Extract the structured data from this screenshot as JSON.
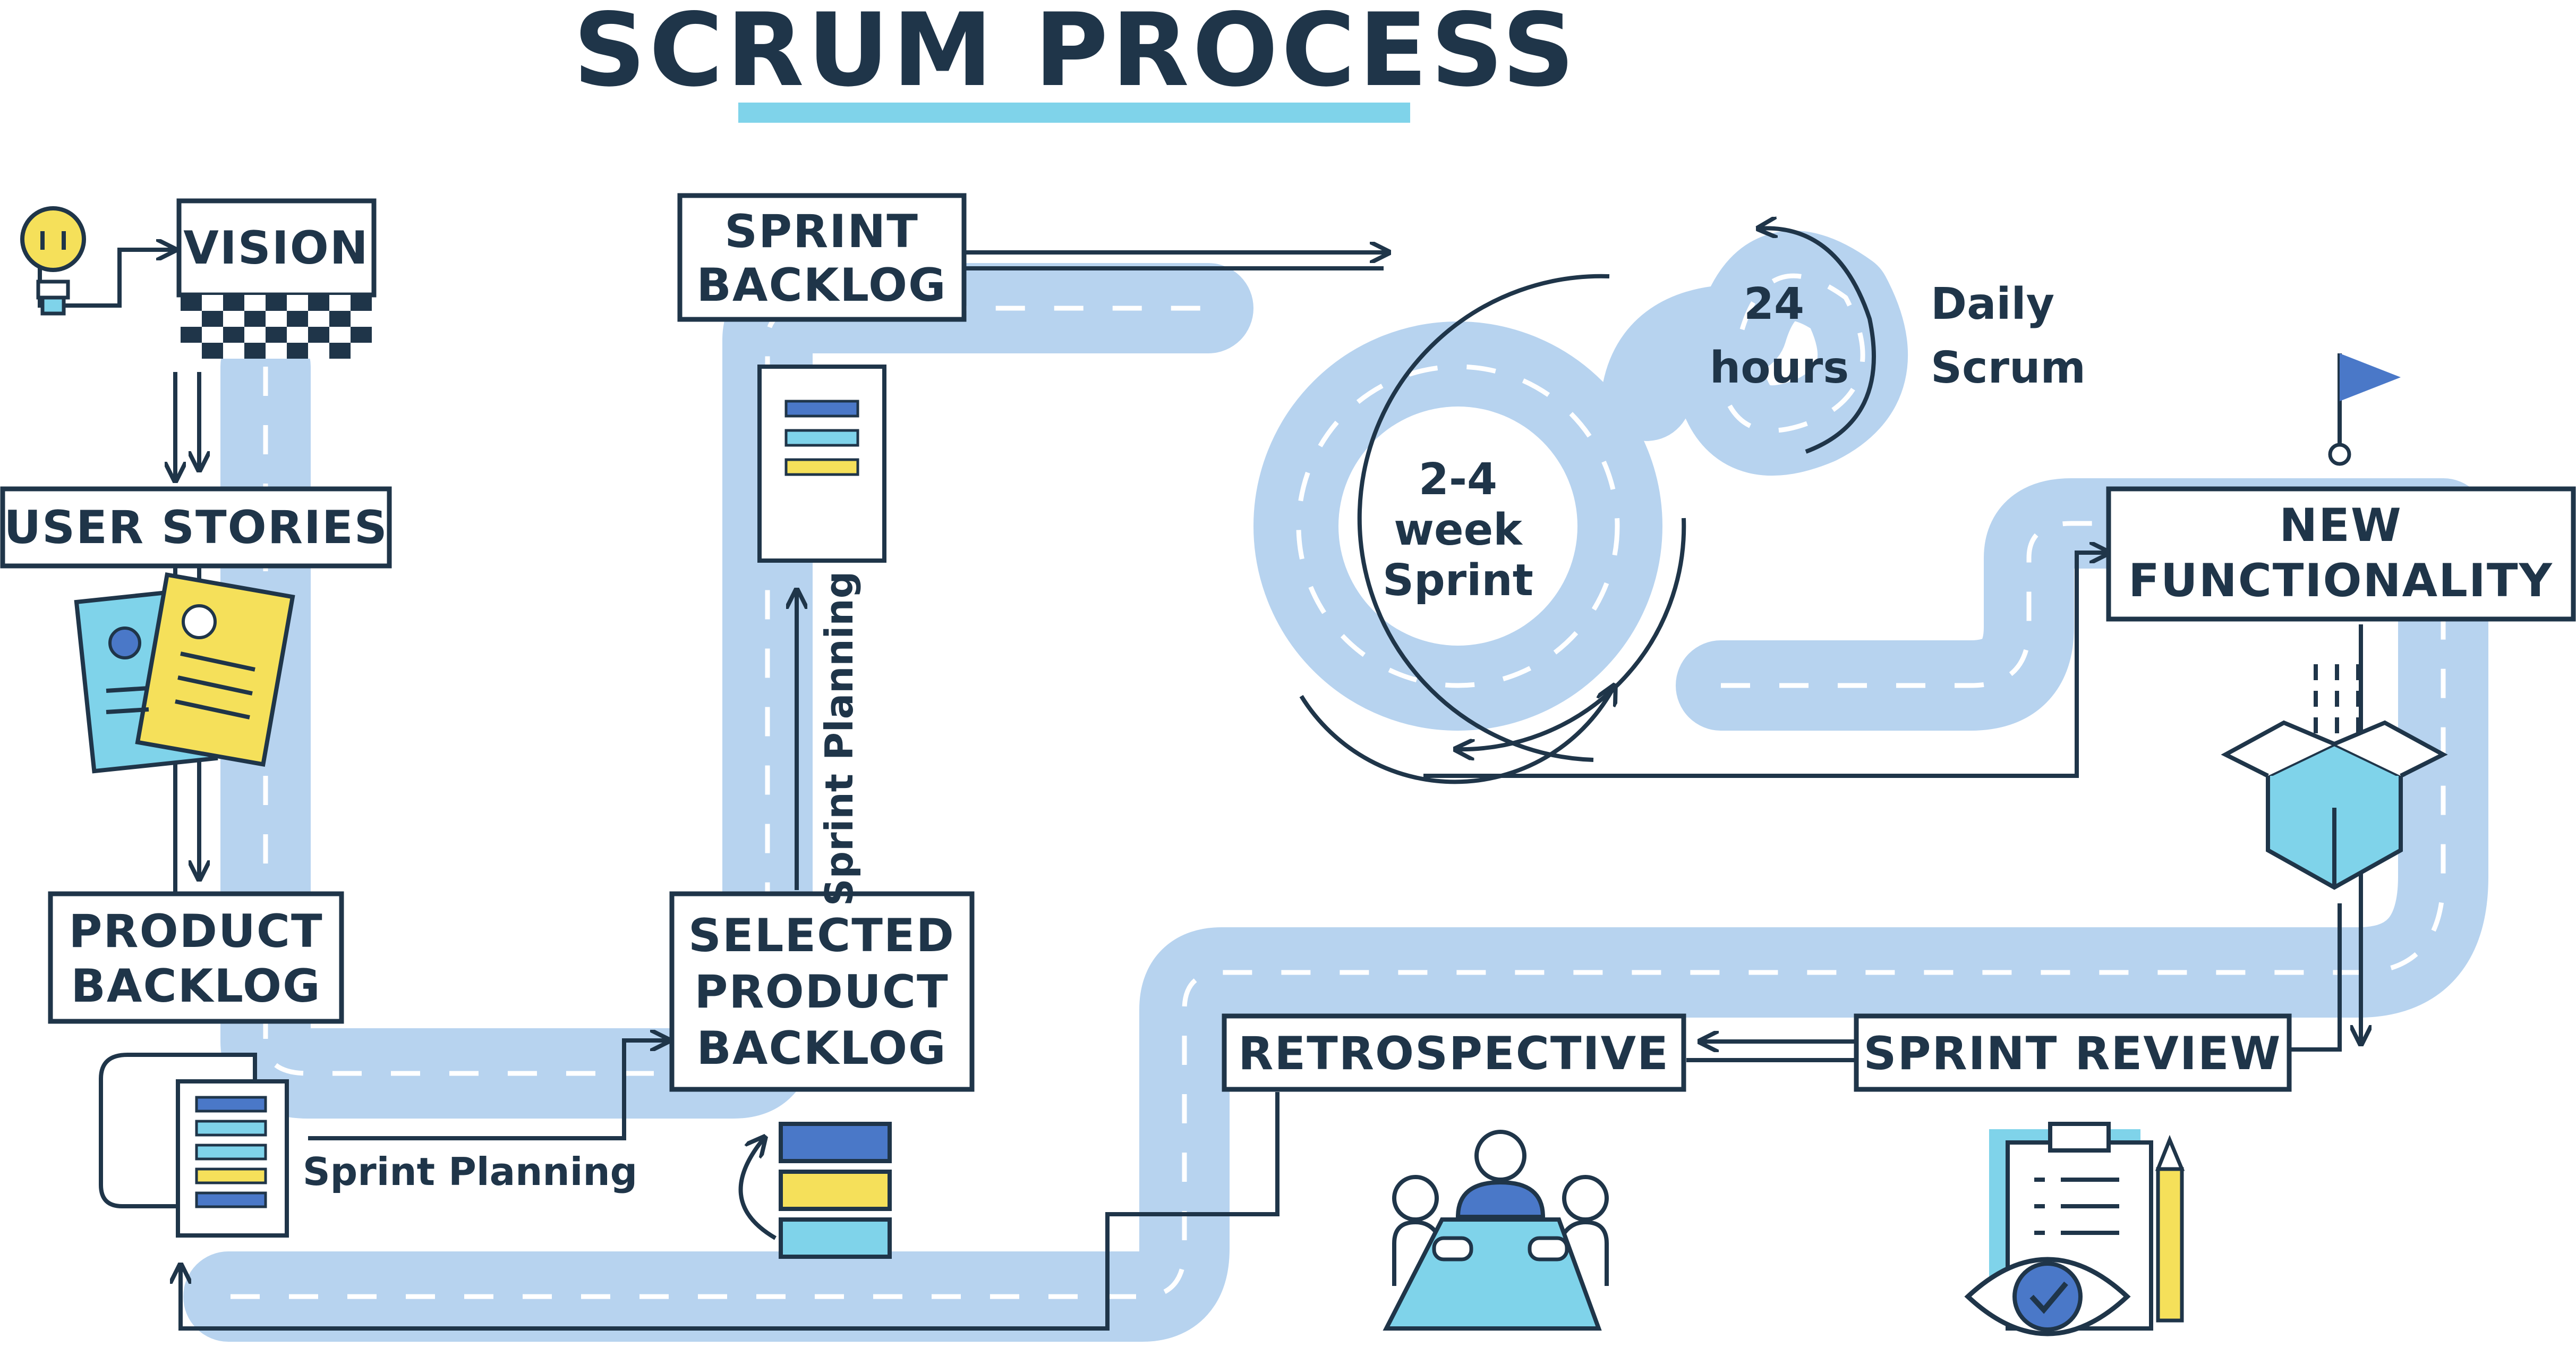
{
  "title": "SCRUM PROCESS",
  "colors": {
    "navy": "#1f3549",
    "road": "#b7d3ef",
    "accent_cyan": "#7fd3ea",
    "yellow": "#f5e05a",
    "blue": "#4a78c8"
  },
  "stages": {
    "vision": {
      "lines": [
        "VISION"
      ]
    },
    "user_stories": {
      "lines": [
        "USER STORIES"
      ]
    },
    "product_backlog": {
      "lines": [
        "PRODUCT",
        "BACKLOG"
      ]
    },
    "selected_product_backlog": {
      "lines": [
        "SELECTED",
        "PRODUCT",
        "BACKLOG"
      ]
    },
    "sprint_backlog": {
      "lines": [
        "SPRINT",
        "BACKLOG"
      ]
    },
    "new_functionality": {
      "lines": [
        "NEW",
        "FUNCTIONALITY"
      ]
    },
    "sprint_review": {
      "lines": [
        "SPRINT REVIEW"
      ]
    },
    "retrospective": {
      "lines": [
        "RETROSPECTIVE"
      ]
    }
  },
  "labels": {
    "sprint_planning_horizontal": "Sprint Planning",
    "sprint_planning_vertical": "Sprint Planning",
    "sprint_cycle": [
      "2-4",
      "week",
      "Sprint"
    ],
    "daily_cycle": [
      "24",
      "hours"
    ],
    "daily_scrum": [
      "Daily",
      "Scrum"
    ]
  },
  "icons": [
    "lightbulb-icon",
    "checkered-flag-icon",
    "user-story-cards-icon",
    "document-stack-icon",
    "sprint-backlog-document-icon",
    "priority-stack-icon",
    "finish-flag-icon",
    "open-box-icon",
    "team-meeting-icon",
    "review-clipboard-eye-icon"
  ]
}
